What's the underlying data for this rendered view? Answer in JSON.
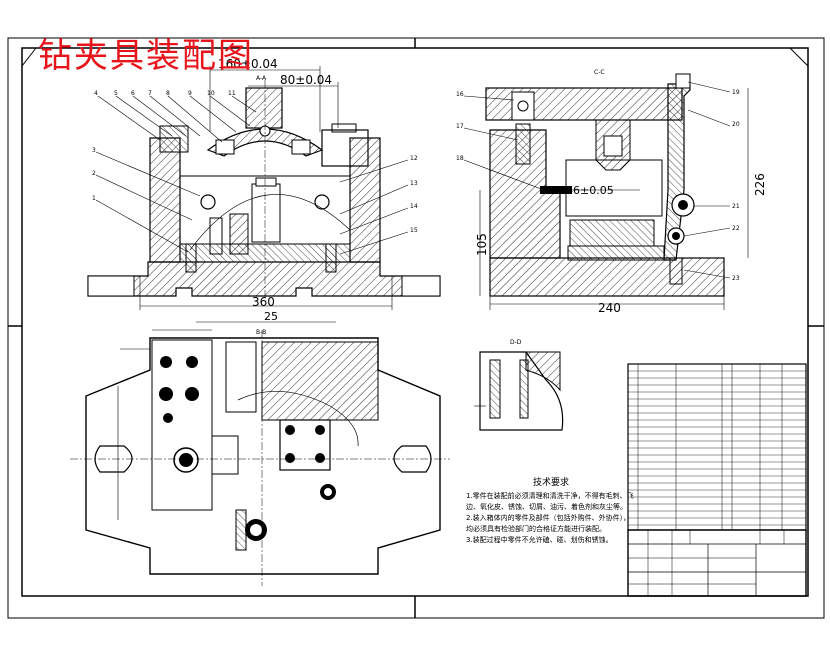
{
  "drawing": {
    "title": "钻夹具装配图",
    "title_color": "#e8141c",
    "section_labels": {
      "aa": "A-A",
      "cc": "C-C",
      "bb": "B-B",
      "dd": "D-D"
    },
    "dimensions": {
      "d160": "160±0.04",
      "d80": "80±0.04",
      "d360": "360",
      "d240": "240",
      "d105": "105",
      "d226": "226",
      "d46": "46±0.05",
      "d25": "25"
    },
    "tech_requirements": {
      "title": "技术要求",
      "lines": [
        "1.零件在装配前必须清理和清洗干净，不得有毛刺、飞边、氧化皮、锈蚀、切屑、油污、着色剂和灰尘等。",
        "2.装入箱体内的零件及部件（包括外购件、外协件），均必须具有检验部门的合格证方能进行装配。",
        "3.装配过程中零件不允许磕、碰、划伤和锈蚀。"
      ]
    }
  }
}
